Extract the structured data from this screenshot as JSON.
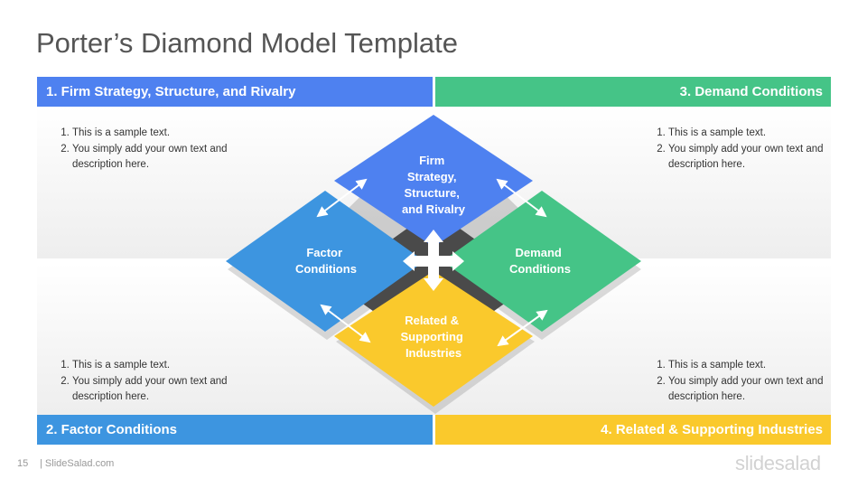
{
  "title": "Porter’s Diamond Model Template",
  "banners": {
    "firm": "1. Firm Strategy, Structure, and Rivalry",
    "demand": "3. Demand Conditions",
    "factor": "2. Factor Conditions",
    "related": "4. Related & Supporting Industries"
  },
  "notes": {
    "item1": "This is a sample text.",
    "item2": "You simply add your own text and description here."
  },
  "diamond": {
    "firm": [
      "Firm",
      "Strategy,",
      "Structure,",
      "and Rivalry"
    ],
    "factor": [
      "Factor",
      "Conditions"
    ],
    "demand": [
      "Demand",
      "Conditions"
    ],
    "related": [
      "Related &",
      "Supporting",
      "Industries"
    ]
  },
  "colors": {
    "firm": "#4e81f0",
    "demand": "#45c487",
    "factor": "#3d95e0",
    "related": "#fac92c"
  },
  "footer": {
    "page": "15",
    "site": "| SlideSalad.com",
    "logo": "slidesalad"
  }
}
